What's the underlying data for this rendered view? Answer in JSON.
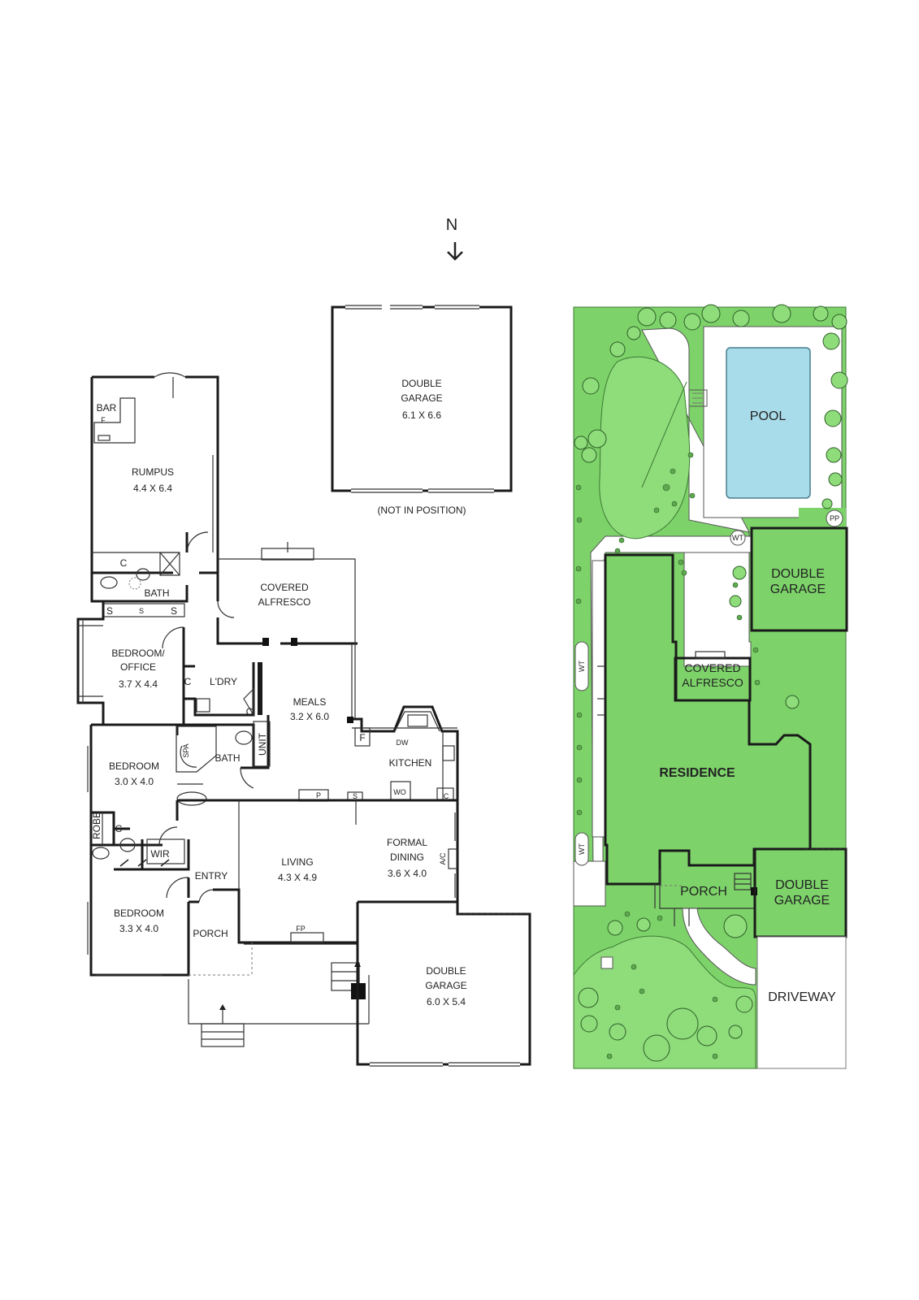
{
  "compass": {
    "label": "N"
  },
  "floor_plan": {
    "rooms": {
      "bar": "BAR",
      "fridge_bar": "F",
      "rumpus_name": "RUMPUS",
      "rumpus_dim": "4.4 X 6.4",
      "cupboard_rumpus": "C",
      "bath_upper": "BATH",
      "shower_1": "S",
      "shower_2": "S",
      "shower_3": "S",
      "bedroom_office_name_1": "BEDROOM/",
      "bedroom_office_name_2": "OFFICE",
      "bedroom_office_dim": "3.7 X 4.4",
      "cupboard_laundry": "C",
      "laundry": "L'DRY",
      "cupboard_laundry_2": "C",
      "covered_alfresco_1": "COVERED",
      "covered_alfresco_2": "ALFRESCO",
      "meals_name": "MEALS",
      "meals_dim": "3.2 X 6.0",
      "fridge_kitchen": "F",
      "dishwasher": "DW",
      "kitchen": "KITCHEN",
      "spa": "SPA",
      "bath_lower": "BATH",
      "unit": "UNIT",
      "bedroom2_name": "BEDROOM",
      "bedroom2_dim": "3.0 X 4.0",
      "robe": "ROBE",
      "cupboard_robe": "C",
      "wir": "WIR",
      "pantry": "P",
      "shower_kitchen": "S",
      "wall_oven": "WO",
      "cupboard_kitchen": "C",
      "living_name": "LIVING",
      "living_dim": "4.3 X 4.9",
      "formal_dining_1": "FORMAL",
      "formal_dining_2": "DINING",
      "formal_dining_dim": "3.6 X 4.0",
      "ac": "A/C",
      "entry": "ENTRY",
      "bedroom3_name": "BEDROOM",
      "bedroom3_dim": "3.3 X 4.0",
      "porch": "PORCH",
      "fireplace": "FP",
      "garage_name_1": "DOUBLE",
      "garage_name_2": "GARAGE",
      "garage_dim": "6.0 X 5.4"
    },
    "detached_garage": {
      "name_1": "DOUBLE",
      "name_2": "GARAGE",
      "dim": "6.1 X 6.6",
      "note": "(NOT IN POSITION)"
    }
  },
  "site_plan": {
    "pool": "POOL",
    "pool_pump": "PP",
    "water_tank_1": "WT",
    "water_tank_2": "WT",
    "water_tank_3": "WT",
    "garage_rear_1": "DOUBLE",
    "garage_rear_2": "GARAGE",
    "alfresco_1": "COVERED",
    "alfresco_2": "ALFRESCO",
    "residence": "RESIDENCE",
    "porch": "PORCH",
    "garage_front_1": "DOUBLE",
    "garage_front_2": "GARAGE",
    "driveway": "DRIVEWAY"
  },
  "colors": {
    "lawn": "#8fdc7b",
    "garden": "#7dd36a",
    "pool": "#a9dcea",
    "walls": "#1a1a1a"
  }
}
